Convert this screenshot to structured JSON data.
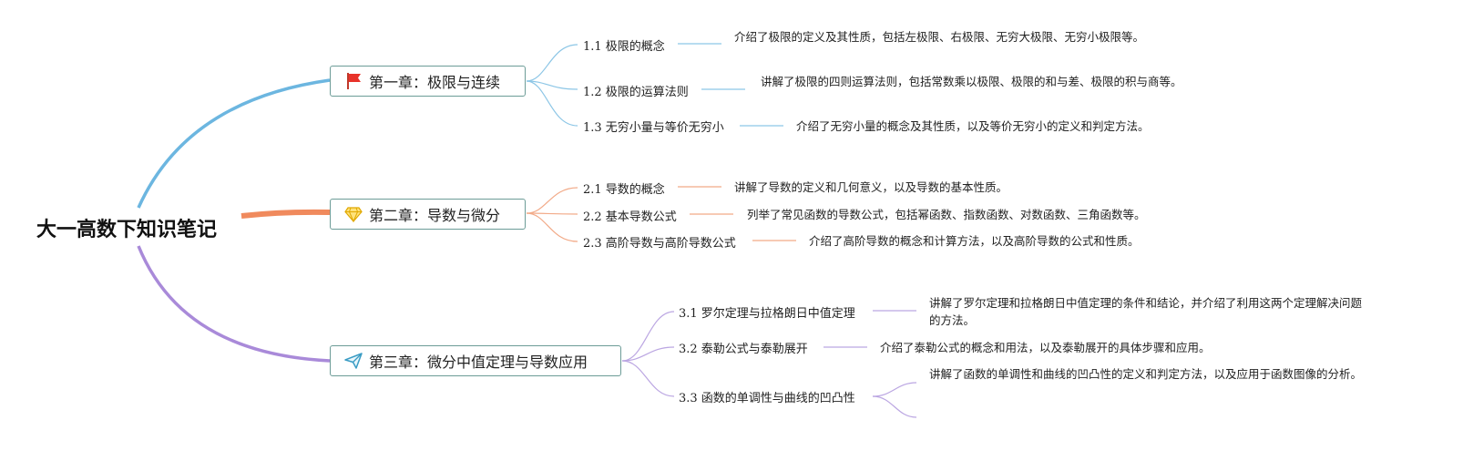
{
  "root": {
    "title": "大一高数下知识笔记"
  },
  "chapters": [
    {
      "title": "第一章：极限与连续",
      "icon": "red-flag-icon",
      "color": "#6cb6e0",
      "sections": [
        {
          "title": "1.1 极限的概念",
          "desc": "介绍了极限的定义及其性质，包括左极限、右极限、无穷大极限、无穷小极限等。"
        },
        {
          "title": "1.2 极限的运算法则",
          "desc": "讲解了极限的四则运算法则，包括常数乘以极限、极限的和与差、极限的积与商等。"
        },
        {
          "title": "1.3 无穷小量与等价无穷小",
          "desc": "介绍了无穷小量的概念及其性质，以及等价无穷小的定义和判定方法。"
        }
      ]
    },
    {
      "title": "第二章：导数与微分",
      "icon": "diamond-icon",
      "color": "#f08a5d",
      "sections": [
        {
          "title": "2.1 导数的概念",
          "desc": "讲解了导数的定义和几何意义，以及导数的基本性质。"
        },
        {
          "title": "2.2 基本导数公式",
          "desc": "列举了常见函数的导数公式，包括幂函数、指数函数、对数函数、三角函数等。"
        },
        {
          "title": "2.3 高阶导数与高阶导数公式",
          "desc": "介绍了高阶导数的概念和计算方法，以及高阶导数的公式和性质。"
        }
      ]
    },
    {
      "title": "第三章：微分中值定理与导数应用",
      "icon": "paper-plane-icon",
      "color": "#a98ad9",
      "sections": [
        {
          "title": "3.1 罗尔定理与拉格朗日中值定理",
          "desc": "讲解了罗尔定理和拉格朗日中值定理的条件和结论，并介绍了利用这两个定理解决问题的方法。"
        },
        {
          "title": "3.2 泰勒公式与泰勒展开",
          "desc": "介绍了泰勒公式的概念和用法，以及泰勒展开的具体步骤和应用。"
        },
        {
          "title": "3.3 函数的单调性与曲线的凹凸性",
          "desc": "讲解了函数的单调性和曲线的凹凸性的定义和判定方法，以及应用于函数图像的分析。"
        }
      ]
    }
  ]
}
